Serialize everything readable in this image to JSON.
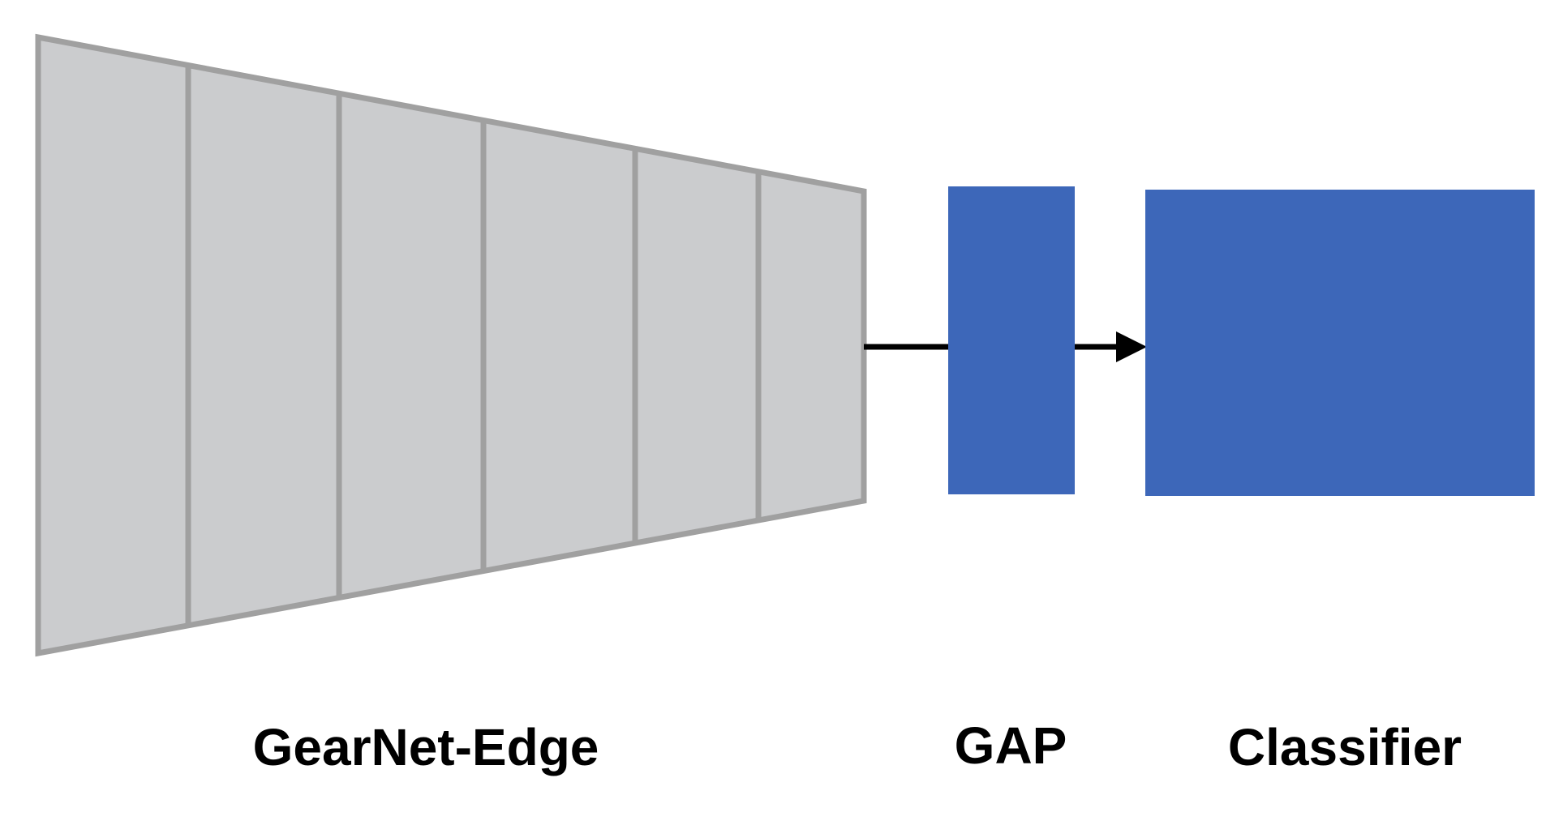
{
  "blocks": {
    "gearnet": {
      "label": "GearNet-Edge",
      "layer_count": 6
    },
    "gap": {
      "label": "GAP"
    },
    "classifier": {
      "label": "Classifier"
    }
  },
  "colors": {
    "encoder_fill": "#cbccce",
    "encoder_stroke": "#a0a0a0",
    "block_fill": "#3d67b9",
    "arrow": "#000000"
  }
}
